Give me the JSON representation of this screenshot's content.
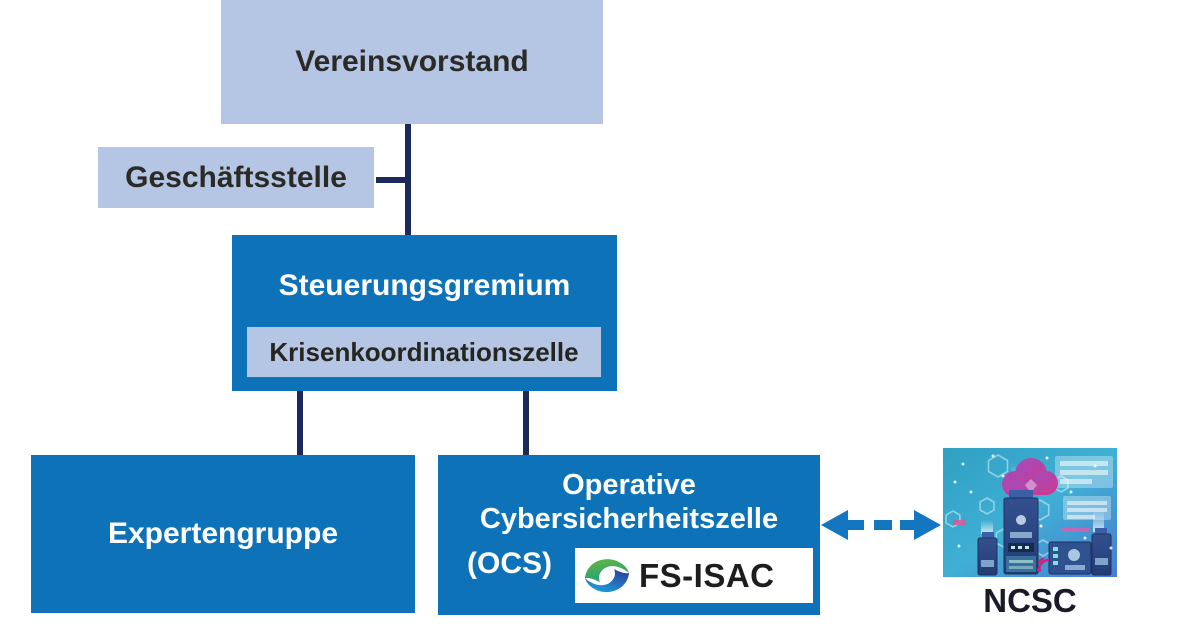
{
  "diagram": {
    "type": "org-chart",
    "nodes": {
      "vereinsvorstand": {
        "label": "Vereinsvorstand"
      },
      "geschaeftsstelle": {
        "label": "Geschäftsstelle"
      },
      "steuerungsgremium": {
        "label": "Steuerungsgremium"
      },
      "krisenkoordinationszelle": {
        "label": "Krisenkoordinationszelle"
      },
      "expertengruppe": {
        "label": "Expertengruppe"
      },
      "ocs": {
        "line1": "Operative",
        "line2": "Cybersicherheitszelle",
        "line3": "(OCS)"
      },
      "ncsc": {
        "label": "NCSC"
      }
    },
    "partner_logo": {
      "text": "FS-ISAC"
    },
    "edges": [
      {
        "from": "vereinsvorstand",
        "to": "steuerungsgremium",
        "style": "solid"
      },
      {
        "from": "geschaeftsstelle",
        "to": "vereinsvorstand-steuerungsgremium-line",
        "style": "solid"
      },
      {
        "from": "steuerungsgremium",
        "to": "expertengruppe",
        "style": "solid"
      },
      {
        "from": "steuerungsgremium",
        "to": "ocs",
        "style": "solid"
      },
      {
        "from": "ocs",
        "to": "ncsc",
        "style": "dashed-double-arrow"
      }
    ],
    "colors": {
      "box_light_blue": "#b4c6e4",
      "box_blue": "#0d72b8",
      "connector_navy": "#1b2a5a",
      "arrow_blue": "#1476c0",
      "text_dark": "#2b2a26",
      "text_white": "#ffffff",
      "logo_green": "#68b53f",
      "logo_blue": "#1aa3dc",
      "ncsc_cloud_purple": "#b6449e"
    },
    "icons": [
      "fs-isac-swirl-icon",
      "double-headed-dashed-arrow",
      "ncsc-datacenter-illustration"
    ]
  }
}
